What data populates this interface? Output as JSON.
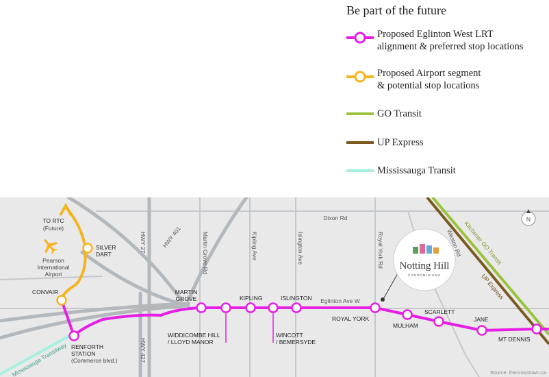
{
  "legend": {
    "title": "Be part of the future",
    "items": [
      {
        "line1": "Proposed Eglinton West LRT",
        "line2": "alignment & preferred stop locations",
        "color": "#e61ee6"
      },
      {
        "line1": "Proposed Airport segment",
        "line2": "& potential stop locations",
        "color": "#f5b41e"
      },
      {
        "line1": "GO Transit",
        "line2": "",
        "color": "#9ac33c"
      },
      {
        "line1": "UP Express",
        "line2": "",
        "color": "#7a5a1e"
      },
      {
        "line1": "Mississauga Transit",
        "line2": "",
        "color": "#a6efe0"
      }
    ]
  },
  "map": {
    "roads": {
      "dixon": "Dixon Rd",
      "eglinton": "Eglinton Ave W",
      "royal_york": "Royal York Rd",
      "islington": "Islington Ave",
      "kipling": "Kipling Ave",
      "martin_grove": "Martin Grove Rd",
      "hwy27": "HWY 27",
      "hwy401": "HWY 401",
      "hwy427": "HWY 427",
      "weston": "Weston Rd",
      "kitchener_go": "Kitchener GO Transit",
      "up_express": "UP Express",
      "transitway": "Mississauga Transitway"
    },
    "places": {
      "to_rtc": "TO RTC",
      "to_rtc_sub": "(Future)",
      "airport_1": "Pearson",
      "airport_2": "International",
      "airport_3": "Airport"
    },
    "stations": {
      "renforth_1": "RENFORTH",
      "renforth_2": "STATION",
      "renforth_3": "(Commerce blvd.)",
      "convair": "CONVAIR",
      "silver_1": "SILVER",
      "silver_2": "DART",
      "martin_1": "MARTIN",
      "martin_2": "GROVE",
      "widdicombe_1": "WIDDICOMBE HILL",
      "widdicombe_2": "/ LLOYD MANOR",
      "kipling": "KIPLING",
      "islington": "ISLINGTON",
      "wincott_1": "WINCOTT",
      "wincott_2": "/ BEMERSYDE",
      "royal_york": "ROYAL YORK",
      "mulham": "MULHAM",
      "scarlett": "SCARLETT",
      "jane": "JANE",
      "mt_dennis": "MT DENNIS"
    },
    "brand_1": "Notting Hill",
    "brand_2": "CONDOMINIUMS",
    "north": "N",
    "source": "Source: thecrosstown.ca",
    "colors": {
      "lrt": "#e61ee6",
      "airport": "#f5b41e",
      "go": "#9ac33c",
      "up": "#7a5a1e",
      "miway": "#a6efe0",
      "road": "#c4c8cc",
      "highway": "#b3b8bd",
      "background": "#e9e9e9"
    },
    "icons": [
      "airplane-icon",
      "north-arrow-icon",
      "notting-hill-logo"
    ]
  }
}
